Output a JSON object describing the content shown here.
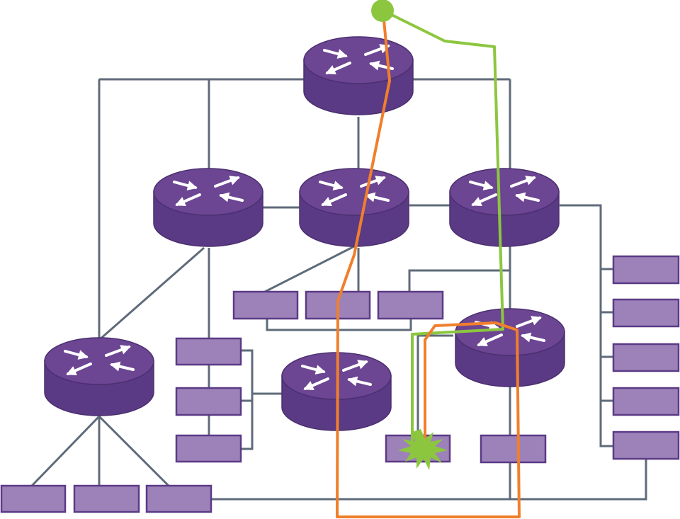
{
  "colors": {
    "background": "#ffffff",
    "link": "#5f6b7a",
    "router_top": "#6c4593",
    "router_side": "#5a3a85",
    "router_outline": "#4b2f6f",
    "router_arrow": "#ffffff",
    "host_fill": "#9d82b9",
    "host_outline": "#5b3a86",
    "path_green": "#8cc63f",
    "path_orange": "#f07f2c",
    "fault_burst": "#8cc63f"
  },
  "nodes": {
    "routers": [
      {
        "id": "core-router",
        "icon": "router-icon"
      },
      {
        "id": "aggregation-router-left",
        "icon": "router-icon"
      },
      {
        "id": "aggregation-router-center",
        "icon": "router-icon"
      },
      {
        "id": "aggregation-router-right",
        "icon": "router-icon"
      },
      {
        "id": "access-router-far-left",
        "icon": "router-icon"
      },
      {
        "id": "access-router-center",
        "icon": "router-icon"
      },
      {
        "id": "access-router-right",
        "icon": "router-icon"
      }
    ],
    "host_count": 17,
    "source_marker_icon": "green-dot-icon",
    "fault_marker_icon": "starburst-icon"
  },
  "paths": [
    {
      "id": "primary-path",
      "color_key": "path_green"
    },
    {
      "id": "backup-path",
      "color_key": "path_orange"
    }
  ]
}
